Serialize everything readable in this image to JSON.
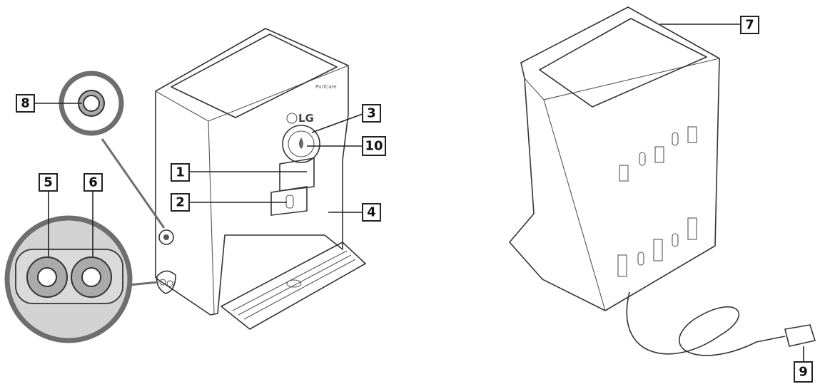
{
  "brand": {
    "logo": "LG",
    "product": "PuriCare"
  },
  "callouts": [
    "1",
    "2",
    "3",
    "4",
    "5",
    "6",
    "7",
    "8",
    "9",
    "10"
  ],
  "colors": {
    "outline": "#333333",
    "callout_border": "#222222",
    "zoom_ring": "#6e6e6e",
    "zoom_fill": "#d3d3d3"
  }
}
